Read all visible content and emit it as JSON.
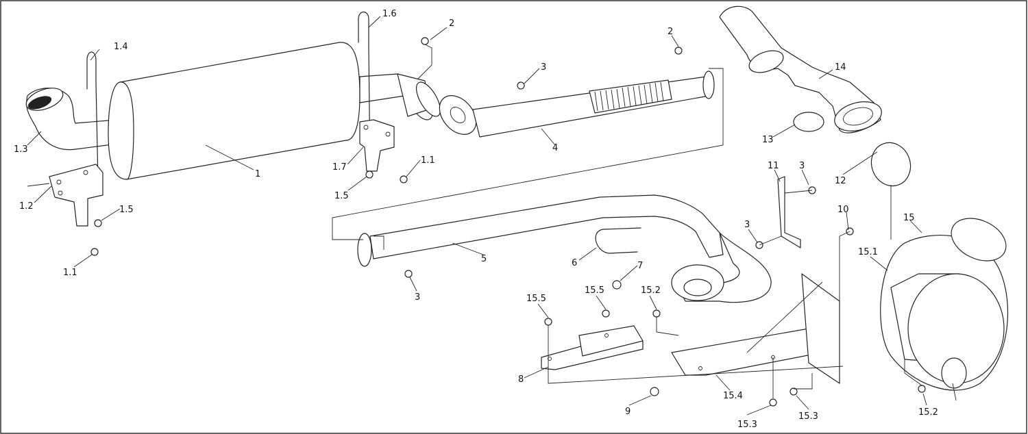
{
  "callouts": {
    "c1": "1",
    "c1_1a": "1.1",
    "c1_1b": "1.1",
    "c1_2": "1.2",
    "c1_3": "1.3",
    "c1_4": "1.4",
    "c1_5a": "1.5",
    "c1_5b": "1.5",
    "c1_6": "1.6",
    "c1_7": "1.7",
    "c2a": "2",
    "c2b": "2",
    "c3a": "3",
    "c3b": "3",
    "c3c": "3",
    "c3d": "3",
    "c4": "4",
    "c5": "5",
    "c6": "6",
    "c7": "7",
    "c8": "8",
    "c9": "9",
    "c10": "10",
    "c11": "11",
    "c12": "12",
    "c13": "13",
    "c14": "14",
    "c15": "15",
    "c15_1": "15.1",
    "c15_2a": "15.2",
    "c15_2b": "15.2",
    "c15_3a": "15.3",
    "c15_3b": "15.3",
    "c15_4": "15.4",
    "c15_5a": "15.5",
    "c15_5b": "15.5"
  }
}
